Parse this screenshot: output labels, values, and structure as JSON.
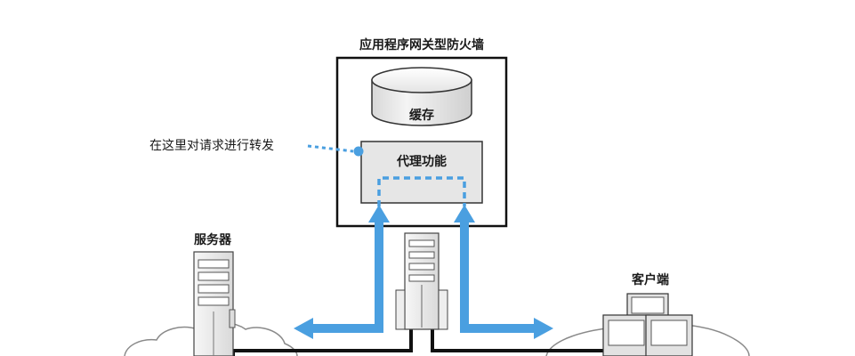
{
  "diagram": {
    "firewall_title": "应用程序网关型防火墙",
    "cache_label": "缓存",
    "proxy_label": "代理功能",
    "forward_note": "在这里对请求进行转发",
    "server_label": "服务器",
    "client_label": "客户端"
  },
  "colors": {
    "arrow": "#4a9fe0",
    "box_border": "#111111",
    "proxy_fill": "#e6e6e6",
    "cloud_stroke": "#8a8a8a"
  }
}
